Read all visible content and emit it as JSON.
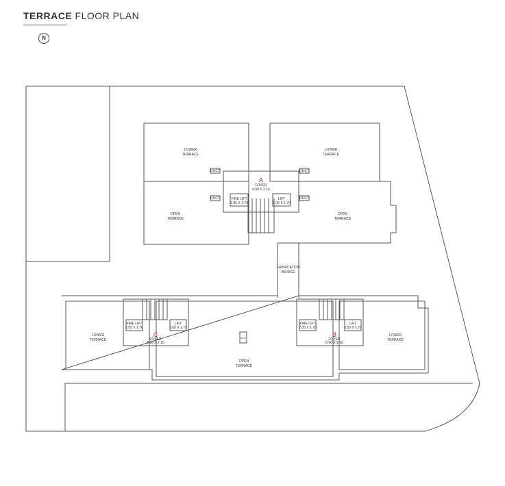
{
  "title": {
    "bold": "TERRACE",
    "rest": " FLOOR PLAN"
  },
  "north": "N",
  "labels": {
    "lower_terrace_1": "LOWER",
    "lower_terrace_2": "TERRACE",
    "open_1": "OPEN",
    "open_2": "TERRACE",
    "duct": "DUCT",
    "bridge_1": "FABRICATION",
    "bridge_2": "BRIDGE",
    "fire_lift": "FIRE LIFT",
    "lift": "LIFT",
    "lift_dim": "2.05 X 1.70",
    "foyer": "FOYER"
  },
  "wings": {
    "A": {
      "letter": "A",
      "foyer_dim": "6.60 X 2.14"
    },
    "B": {
      "letter": "B",
      "foyer_dim": "6.96 X 2.10"
    },
    "C": {
      "letter": "C",
      "foyer_dim": "6.96 X 2.10"
    }
  },
  "colors": {
    "accent": "#c0272d",
    "line": "#555555"
  }
}
